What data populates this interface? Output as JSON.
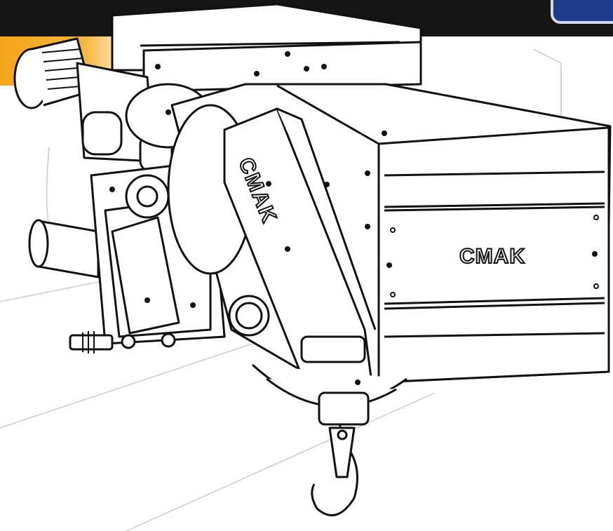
{
  "brand": {
    "front_label": "CMAK",
    "side_label": "CMAK"
  },
  "colors": {
    "header_bar": "#151515",
    "accent": "#f4a51c",
    "badge": "#1d3a8c",
    "line": "#111111"
  },
  "illustration": "electric-wire-rope-hoist"
}
